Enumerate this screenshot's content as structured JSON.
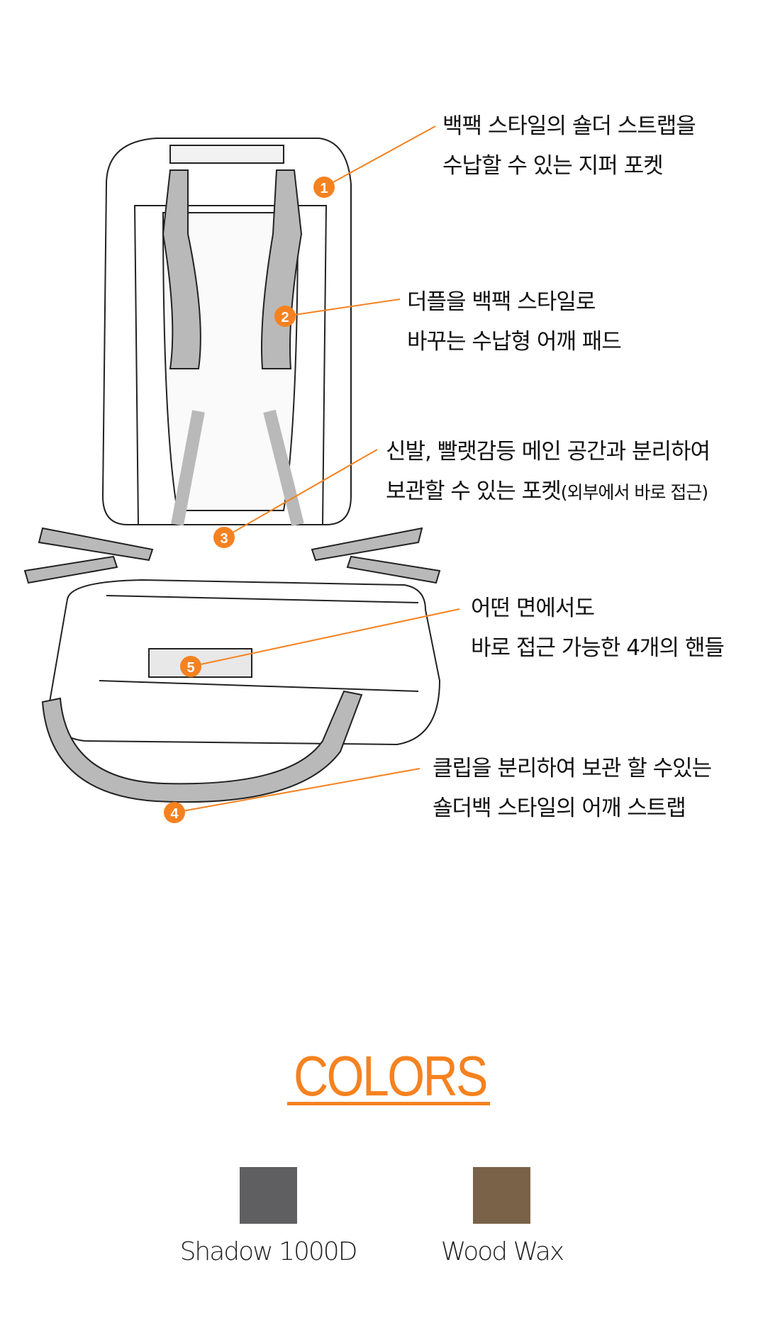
{
  "callouts": [
    {
      "number": "1",
      "lines": [
        "백팩 스타일의 숄더 스트랩을",
        "수납할 수 있는 지퍼 포켓"
      ]
    },
    {
      "number": "2",
      "lines": [
        "더플을 백팩 스타일로",
        "바꾸는 수납형 어깨 패드"
      ]
    },
    {
      "number": "3",
      "lines": [
        "신발, 빨랫감등 메인 공간과 분리하여",
        "보관할 수 있는 포켓"
      ],
      "note": "(외부에서 바로 접근)"
    },
    {
      "number": "5",
      "lines": [
        "어떤 면에서도",
        "바로 접근 가능한 4개의 핸들"
      ]
    },
    {
      "number": "4",
      "lines": [
        "클립을 분리하여 보관 할 수있는",
        "숄더백 스타일의 어깨 스트랩"
      ]
    }
  ],
  "colors_section": {
    "title": "COLORS",
    "accent": "#f58220",
    "options": [
      {
        "name": "Shadow 1000D",
        "hex": "#5f5f61"
      },
      {
        "name": "Wood Wax",
        "hex": "#7a6249"
      }
    ]
  }
}
